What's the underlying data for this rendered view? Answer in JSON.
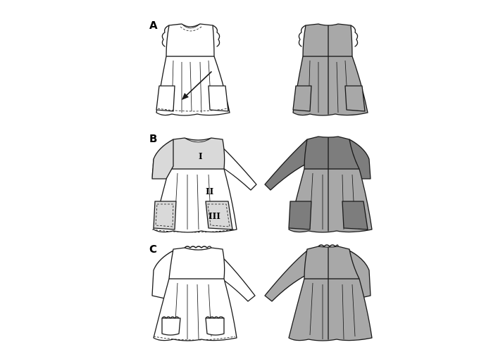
{
  "views": [
    {
      "label": "A"
    },
    {
      "label": "B"
    },
    {
      "label": "C"
    }
  ],
  "piece_labels": [
    "I",
    "II",
    "III"
  ],
  "colors": {
    "outline": "#1a1a1a",
    "front_fill": "#ffffff",
    "back_fill": "#a8a8a8",
    "yoke_fill_b": "#d9d9d9",
    "sleeve_fill_b": "#8e8e8e"
  },
  "icons": [
    "arrow-icon",
    "ruffle-icon",
    "pocket-icon",
    "zipper-icon"
  ]
}
